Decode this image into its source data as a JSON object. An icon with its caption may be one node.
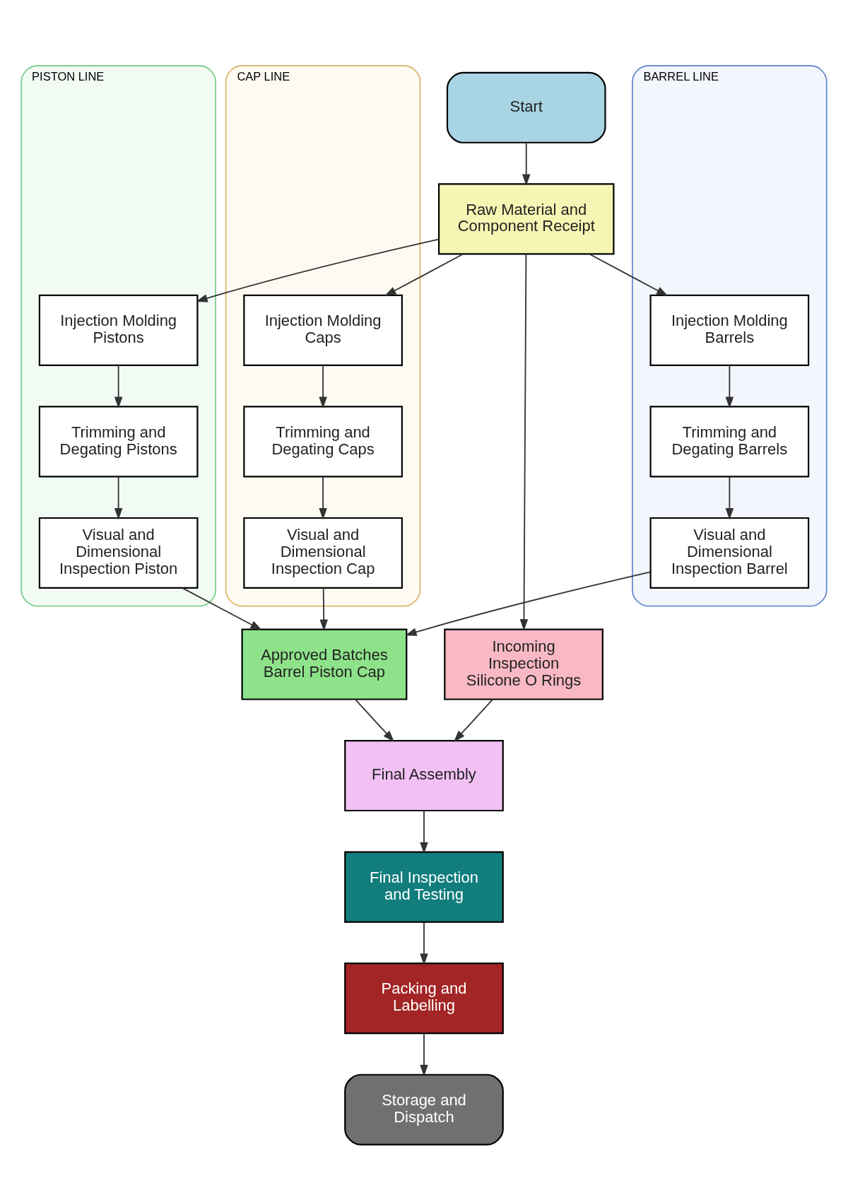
{
  "diagram": {
    "nodes": [
      {
        "text": [
          "Start"
        ]
      },
      {
        "text": [
          "Raw Material and Component Receipt"
        ]
      },
      {
        "text": [
          "BARREL LINE"
        ]
      },
      {
        "text": [
          "Injection Molding Barrels"
        ],
        "in": 2
      },
      {
        "text": [
          "Trimming and Degating Barrels"
        ],
        "in": 2
      },
      {
        "text": [
          "Visual and Dimensional Inspection Barrel"
        ],
        "in": 2
      },
      {
        "text": [
          "PISTON LINE"
        ]
      },
      {
        "text": [
          "Injection Molding Pistons"
        ],
        "in": 6
      },
      {
        "text": [
          "Trimming and Degating Pistons"
        ],
        "in": 6
      },
      {
        "text": [
          "Visual and Dimensional Inspection Piston"
        ],
        "in": 6
      },
      {
        "text": [
          "CAP LINE"
        ]
      },
      {
        "text": [
          "Injection Molding Caps"
        ],
        "in": 10
      },
      {
        "text": [
          "Trimming and Degating Caps"
        ],
        "in": 10
      },
      {
        "text": [
          "Visual and Dimensional Inspection Cap"
        ],
        "in": 10
      },
      {
        "text": [
          "Incoming Inspection Silicone O Rings"
        ]
      },
      {
        "text": [
          "Approved Batches Barrel Piston Cap"
        ]
      },
      {
        "text": [
          "Final Assembly"
        ]
      },
      {
        "text": [
          "Final Inspection and Testing"
        ]
      },
      {
        "text": [
          "Packing and Labelling"
        ]
      },
      {
        "text": [
          "Storage and Dispatch"
        ]
      }
    ],
    "edges": [
      {
        "from": 0,
        "to": 1,
        "arrow": "to"
      },
      {
        "from": 1,
        "to": 3,
        "arrow": "to"
      },
      {
        "from": 1,
        "to": 7,
        "arrow": "to"
      },
      {
        "from": 1,
        "to": 11,
        "arrow": "to"
      },
      {
        "from": 1,
        "to": 14,
        "arrow": "to"
      },
      {
        "from": 3,
        "to": 4,
        "arrow": "to"
      },
      {
        "from": 4,
        "to": 5,
        "arrow": "to"
      },
      {
        "from": 7,
        "to": 8,
        "arrow": "to"
      },
      {
        "from": 8,
        "to": 9,
        "arrow": "to"
      },
      {
        "from": 11,
        "to": 12,
        "arrow": "to"
      },
      {
        "from": 12,
        "to": 13,
        "arrow": "to"
      },
      {
        "from": 5,
        "to": 15,
        "arrow": "to"
      },
      {
        "from": 9,
        "to": 15,
        "arrow": "to"
      },
      {
        "from": 13,
        "to": 15,
        "arrow": "to"
      },
      {
        "from": 15,
        "to": 16,
        "arrow": "to"
      },
      {
        "from": 14,
        "to": 16,
        "arrow": "to"
      },
      {
        "from": 16,
        "to": 17,
        "arrow": "to"
      },
      {
        "from": 17,
        "to": 18,
        "arrow": "to"
      },
      {
        "from": 18,
        "to": 19,
        "arrow": "to"
      }
    ]
  }
}
